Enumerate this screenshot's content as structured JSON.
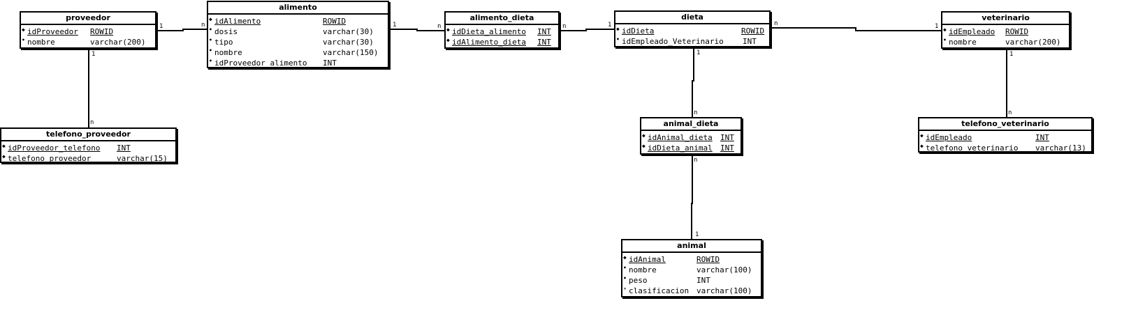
{
  "entities": {
    "proveedor": {
      "title": "proveedor",
      "rows": [
        {
          "name": "idProveedor",
          "type": "ROWID",
          "mark": "pk"
        },
        {
          "name": "nombre",
          "type": "varchar(200)",
          "mark": "nn"
        }
      ]
    },
    "alimento": {
      "title": "alimento",
      "rows": [
        {
          "name": "idAlimento",
          "type": "ROWID",
          "mark": "pk"
        },
        {
          "name": "dosis",
          "type": "varchar(30)",
          "mark": "nn"
        },
        {
          "name": "tipo",
          "type": "varchar(30)",
          "mark": "nn"
        },
        {
          "name": "nombre",
          "type": "varchar(150)",
          "mark": "nn"
        },
        {
          "name": "idProveedor_alimento",
          "type": "INT",
          "mark": "nn"
        }
      ]
    },
    "alimento_dieta": {
      "title": "alimento_dieta",
      "rows": [
        {
          "name": "idDieta_alimento",
          "type": "INT",
          "mark": "pk"
        },
        {
          "name": "idAlimento_dieta",
          "type": "INT",
          "mark": "pk"
        }
      ]
    },
    "dieta": {
      "title": "dieta",
      "rows": [
        {
          "name": "idDieta",
          "type": "ROWID",
          "mark": "pk"
        },
        {
          "name": "idEmpleado_Veterinario",
          "type": "INT",
          "mark": "nn"
        }
      ]
    },
    "veterinario": {
      "title": "veterinario",
      "rows": [
        {
          "name": "idEmpleado",
          "type": "ROWID",
          "mark": "pk"
        },
        {
          "name": "nombre",
          "type": "varchar(200)",
          "mark": "nn"
        }
      ]
    },
    "telefono_proveedor": {
      "title": "telefono_proveedor",
      "rows": [
        {
          "name": "idProveedor_telefono",
          "type": "INT",
          "mark": "pk"
        },
        {
          "name": "telefono_proveedor",
          "type": "varchar(15)",
          "mark": "pk"
        }
      ]
    },
    "animal_dieta": {
      "title": "animal_dieta",
      "rows": [
        {
          "name": "idAnimal_dieta",
          "type": "INT",
          "mark": "pk"
        },
        {
          "name": "idDieta_animal",
          "type": "INT",
          "mark": "pk"
        }
      ]
    },
    "telefono_veterinario": {
      "title": "telefono_veterinario",
      "rows": [
        {
          "name": "idEmpleado",
          "type": "INT",
          "mark": "pk"
        },
        {
          "name": "telefono_veterinario",
          "type": "varchar(13)",
          "mark": "pk"
        }
      ]
    },
    "animal": {
      "title": "animal",
      "rows": [
        {
          "name": "idAnimal",
          "type": "ROWID",
          "mark": "pk"
        },
        {
          "name": "nombre",
          "type": "varchar(100)",
          "mark": "nn"
        },
        {
          "name": "peso",
          "type": "INT",
          "mark": "nn"
        },
        {
          "name": "clasificacion",
          "type": "varchar(100)",
          "mark": "opt"
        }
      ]
    }
  },
  "relationships": [
    {
      "from": "proveedor",
      "to": "alimento",
      "from_card": "1",
      "to_card": "n"
    },
    {
      "from": "alimento",
      "to": "alimento_dieta",
      "from_card": "1",
      "to_card": "n"
    },
    {
      "from": "alimento_dieta",
      "to": "dieta",
      "from_card": "n",
      "to_card": "1"
    },
    {
      "from": "dieta",
      "to": "veterinario",
      "from_card": "n",
      "to_card": "1"
    },
    {
      "from": "proveedor",
      "to": "telefono_proveedor",
      "from_card": "1",
      "to_card": "n"
    },
    {
      "from": "dieta",
      "to": "animal_dieta",
      "from_card": "1",
      "to_card": "n"
    },
    {
      "from": "animal_dieta",
      "to": "animal",
      "from_card": "n",
      "to_card": "1"
    },
    {
      "from": "veterinario",
      "to": "telefono_veterinario",
      "from_card": "1",
      "to_card": "n"
    }
  ]
}
